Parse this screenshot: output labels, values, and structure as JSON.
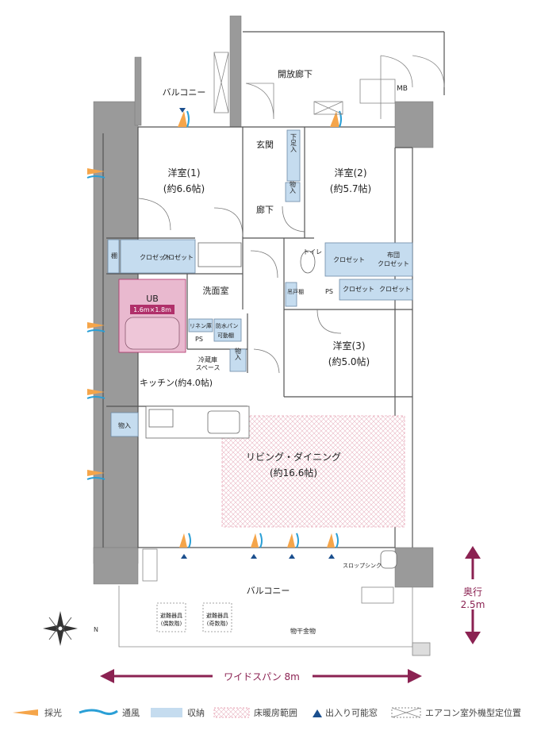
{
  "rooms": {
    "open_corridor": "開放廊下",
    "mb": "MB",
    "balcony_top": "バルコニー",
    "entrance": "玄関",
    "shoe_storage": "下足入",
    "storage": "物入",
    "hallway": "廊下",
    "western1_name": "洋室(1)",
    "western1_size": "(約6.6帖)",
    "western2_name": "洋室(2)",
    "western2_size": "(約5.7帖)",
    "western3_name": "洋室(3)",
    "western3_size": "(約5.0帖)",
    "closet": "クロゼット",
    "futon_closet_1": "布団",
    "futon_closet_2": "クロゼット",
    "shelf": "棚",
    "toilet": "トイレ",
    "hanging_shelf": "吊戸棚",
    "ps": "PS",
    "washroom": "洗面室",
    "ub": "UB",
    "ub_size": "1.6m×1.8m",
    "linen": "リネン庫",
    "waterproof_pan_1": "防水パン",
    "waterproof_pan_2": "可動棚",
    "fridge_1": "冷蔵庫",
    "fridge_2": "スペース",
    "kitchen": "キッチン(約4.0帖)",
    "living_name": "リビング・ダイニング",
    "living_size": "(約16.6帖)",
    "balcony_bottom": "バルコニー",
    "slop_sink": "スロップシンク",
    "evac1_a": "避難器具",
    "evac1_b": "(偶数階)",
    "evac2_a": "避難器具",
    "evac2_b": "(奇数階)",
    "drying": "物干金物"
  },
  "dimensions": {
    "depth_label": "奥行",
    "depth_value": "2.5m",
    "width_label": "ワイドスパン 8m"
  },
  "compass": {
    "north": "N"
  },
  "legend": [
    {
      "key": "light",
      "label": "採光",
      "color": "#f5a54a"
    },
    {
      "key": "wind",
      "label": "通風",
      "color": "#2a9fd6"
    },
    {
      "key": "storage",
      "label": "収納",
      "color": "#c5dcef"
    },
    {
      "key": "floor_heating",
      "label": "床暖房範囲",
      "color": "#e8a6b6"
    },
    {
      "key": "door",
      "label": "出入り可能窓",
      "color": "#1b4f8e"
    },
    {
      "key": "ac",
      "label": "エアコン室外機型定位置",
      "color": "#888888"
    }
  ],
  "colors": {
    "wall": "#9a9a9a",
    "storage": "#c5dcef",
    "ub": "#e9b9cf",
    "ub_label": "#b0306a",
    "arrow": "#8b2252"
  }
}
